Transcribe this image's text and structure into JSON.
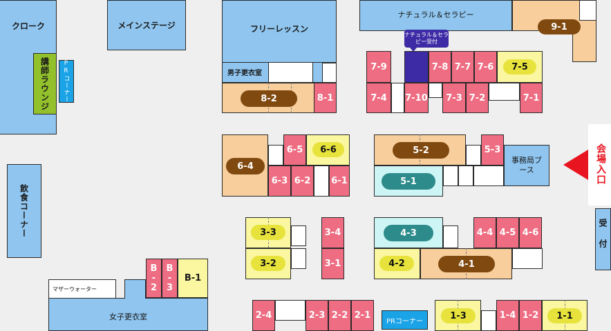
{
  "labels": {
    "cloak": "クローク",
    "main_stage": "メインステージ",
    "free_lesson": "フリーレッスン",
    "natural_therapy": "ナチュラル＆セラピー",
    "natural_reception": "ナチュラル＆セラピー受付",
    "mens_locker": "男子更衣室",
    "lecturer_lounge": "講師ラウンジ",
    "pr_corner_vertical": "PRコーナー",
    "eating_corner": "飲食コーナー",
    "office_booth": "事務局ブース",
    "entrance": "会場入口",
    "reception": "受付",
    "mother_water": "マザーウォーター",
    "womens_locker": "女子更衣室",
    "pr_corner": "PRコーナー"
  },
  "booths": {
    "b9_1": "9-1",
    "b8_2": "8-2",
    "b8_1": "8-1",
    "b7_9": "7-9",
    "b7_8": "7-8",
    "b7_7": "7-7",
    "b7_6": "7-6",
    "b7_5": "7-5",
    "b7_4": "7-4",
    "b7_10": "7-10",
    "b7_3": "7-3",
    "b7_2": "7-2",
    "b7_1": "7-1",
    "b6_4": "6-4",
    "b6_5": "6-5",
    "b6_6": "6-6",
    "b6_3": "6-3",
    "b6_2": "6-2",
    "b6_1": "6-1",
    "b5_2": "5-2",
    "b5_3": "5-3",
    "b5_1": "5-1",
    "b3_3": "3-3",
    "b3_4": "3-4",
    "b3_2": "3-2",
    "b3_1": "3-1",
    "b4_3": "4-3",
    "b4_4": "4-4",
    "b4_5": "4-5",
    "b4_6": "4-6",
    "b4_2": "4-2",
    "b4_1": "4-1",
    "bB_2": "B-2",
    "bB_3": "B-3",
    "bB_1": "B-1",
    "b2_4": "2-4",
    "b2_3": "2-3",
    "b2_2": "2-2",
    "b2_1": "2-1",
    "b1_3": "1-3",
    "b1_4": "1-4",
    "b1_2": "1-2",
    "b1_1": "1-1"
  },
  "colors": {
    "room": "#8fc5ef",
    "booth_red": "#ee6d82",
    "booth_yellow": "#faf7a0",
    "booth_peach": "#f7ce9c",
    "booth_mint": "#cdf5f5",
    "lounge_green": "#93c12b",
    "reception_navy": "#3d2aa5",
    "pill_brown": "#80490f",
    "pill_teal": "#2d8b8b",
    "pill_yellow": "#e7e33c",
    "entrance_red": "#e8141f"
  },
  "icons": {
    "entrance_arrow": "red-left-triangle-arrow"
  }
}
